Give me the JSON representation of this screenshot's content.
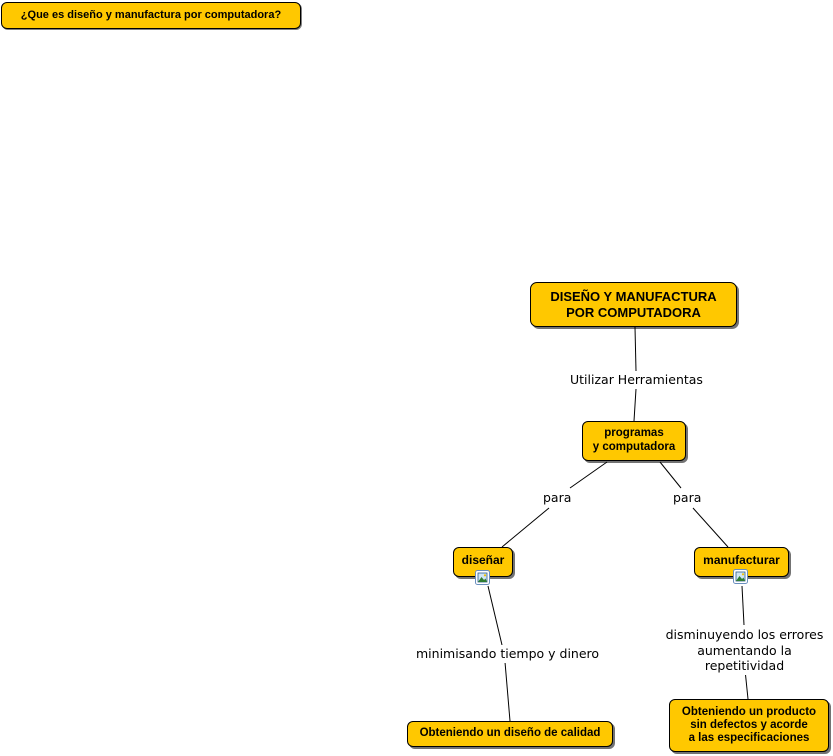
{
  "question": "¿Que es diseño y manufactura por computadora?",
  "main_concept": "DISEÑO Y MANUFACTURA\nPOR COMPUTADORA",
  "link_utilizar": "Utilizar Herramientas",
  "concept_programas": "programas\ny computadora",
  "link_para_left": "para",
  "link_para_right": "para",
  "concept_disenar": "diseñar",
  "concept_manufacturar": "manufacturar",
  "link_minimisando": "minimisando tiempo y dinero",
  "link_disminuyendo": "disminuyendo los errores\naumentando la repetitividad",
  "result_diseno": "Obteniendo un diseño de calidad",
  "result_producto": "Obteniendo un producto\nsin defectos y acorde\na las especificaciones",
  "colors": {
    "node_fill": "#ffc800",
    "node_border": "#000000",
    "line": "#000000"
  },
  "icons": {
    "image_attachment": "image-icon"
  }
}
